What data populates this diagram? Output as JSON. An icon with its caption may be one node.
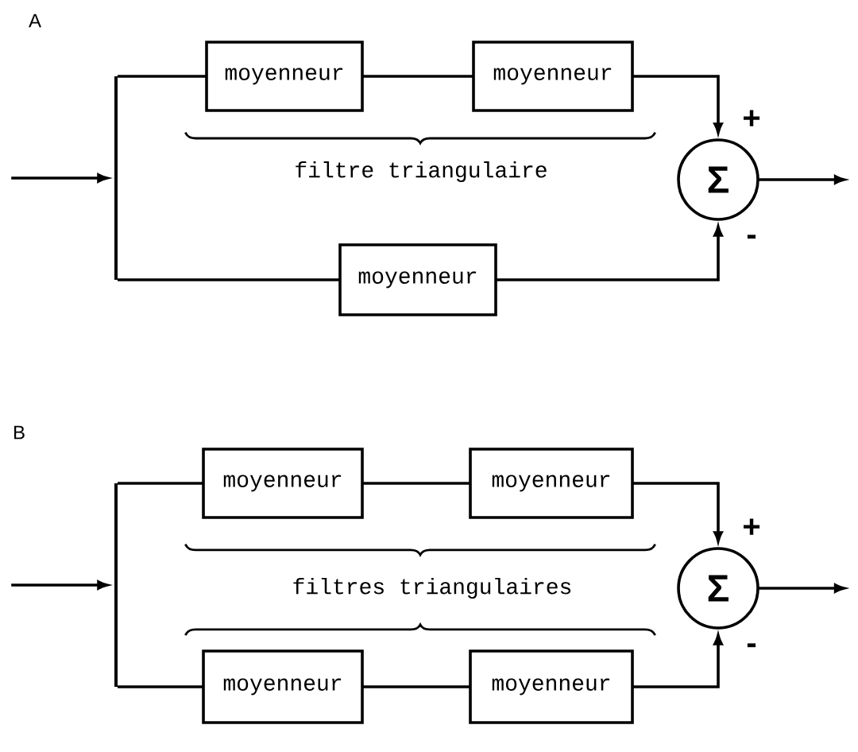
{
  "diagram": {
    "nodes": [
      {
        "text": [],
        "shape": "bar"
      },
      {
        "text": [
          "moyenneur"
        ]
      },
      {
        "text": [
          "moyenneur"
        ]
      },
      {
        "text": [
          "moyenneur"
        ]
      },
      {
        "text": [
          "Σ"
        ]
      },
      {
        "text": [],
        "shape": "bar"
      },
      {
        "text": [
          "moyenneur"
        ]
      },
      {
        "text": [
          "moyenneur"
        ]
      },
      {
        "text": [
          "moyenneur"
        ]
      },
      {
        "text": [
          "moyenneur"
        ]
      },
      {
        "text": [
          "Σ"
        ]
      }
    ],
    "edges": [
      {
        "from": null,
        "to": 0,
        "arrow": "to"
      },
      {
        "from": 0,
        "to": 1,
        "arrow": "none"
      },
      {
        "from": 0,
        "to": 3,
        "arrow": "none"
      },
      {
        "from": 1,
        "to": 2,
        "arrow": "none"
      },
      {
        "from": 2,
        "to": 4,
        "arrow": "to",
        "label": "+"
      },
      {
        "from": 3,
        "to": 4,
        "arrow": "to",
        "label": "-"
      },
      {
        "from": 4,
        "to": null,
        "arrow": "to"
      },
      {
        "from": null,
        "to": 5,
        "arrow": "to"
      },
      {
        "from": 5,
        "to": 6,
        "arrow": "none"
      },
      {
        "from": 5,
        "to": 8,
        "arrow": "none"
      },
      {
        "from": 6,
        "to": 7,
        "arrow": "none"
      },
      {
        "from": 8,
        "to": 9,
        "arrow": "none"
      },
      {
        "from": 7,
        "to": 10,
        "arrow": "to",
        "label": "+"
      },
      {
        "from": 9,
        "to": 10,
        "arrow": "to",
        "label": "-"
      },
      {
        "from": 10,
        "to": null,
        "arrow": "to"
      }
    ],
    "labels": [
      "A",
      "filtre triangulaire",
      "B",
      "filtres triangulaires"
    ]
  }
}
